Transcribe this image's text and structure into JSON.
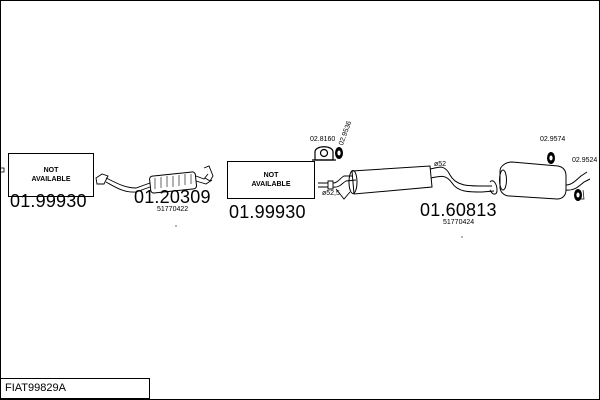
{
  "diagram": {
    "title": "FIAT99829A",
    "not_available_line1": "NOT",
    "not_available_line2": "AVAILABLE",
    "parts": [
      {
        "code": "01.99930"
      },
      {
        "code": "01.20309",
        "oem": "51770422"
      },
      {
        "code": "01.99930"
      },
      {
        "code": "01.60813",
        "oem": "51770424"
      }
    ],
    "hardware": [
      "02.8160",
      "02.9536",
      "02.9574",
      "02.9524"
    ],
    "dimensions": [
      "ø52,5",
      "ø52"
    ]
  }
}
